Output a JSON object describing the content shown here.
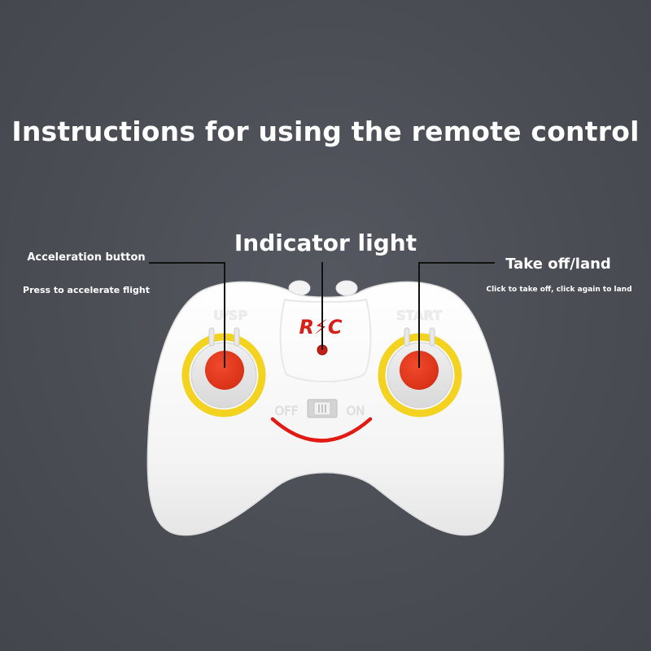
{
  "title": "Instructions for using the remote control",
  "callouts": {
    "indicator": {
      "label": "Indicator light"
    },
    "acceleration": {
      "label": "Acceleration button",
      "description": "Press to accelerate flight"
    },
    "takeoff": {
      "label": "Take off/land",
      "description": "Click to take off, click again to land"
    }
  },
  "controller": {
    "logo": "R⚡C",
    "switch_off": "OFF",
    "switch_on": "ON",
    "left_button_caption": "U/SP",
    "right_button_caption": "START"
  },
  "colors": {
    "background": "#4b4e55",
    "controller_body": "#f7f7f7",
    "button_red": "#e83a1e",
    "ring_yellow": "#f3d31f",
    "logo_red": "#d81e16",
    "indicator_led": "#c61e13",
    "leader_line": "#111111"
  }
}
